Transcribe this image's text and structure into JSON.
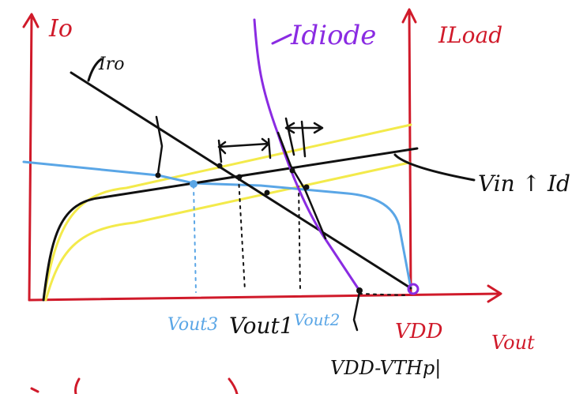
{
  "labels": {
    "y_left": "Io",
    "y_right": "ILoad",
    "x_axis": "Vout",
    "curve_ro": "Iro",
    "curve_diode": "Idiode",
    "annotation_vin": "Vin ↑ Id",
    "tick_vout3": "Vout3",
    "tick_vout1": "Vout1",
    "tick_vout2": "Vout2",
    "tick_vdd": "VDD",
    "tick_vdd_vth": "VDD-VTHp|"
  },
  "colors": {
    "axis": "#d01a2a",
    "ink": "#111111",
    "purple": "#8a2be2",
    "yellow": "#f3ea4b",
    "blue": "#5aa6e6"
  }
}
